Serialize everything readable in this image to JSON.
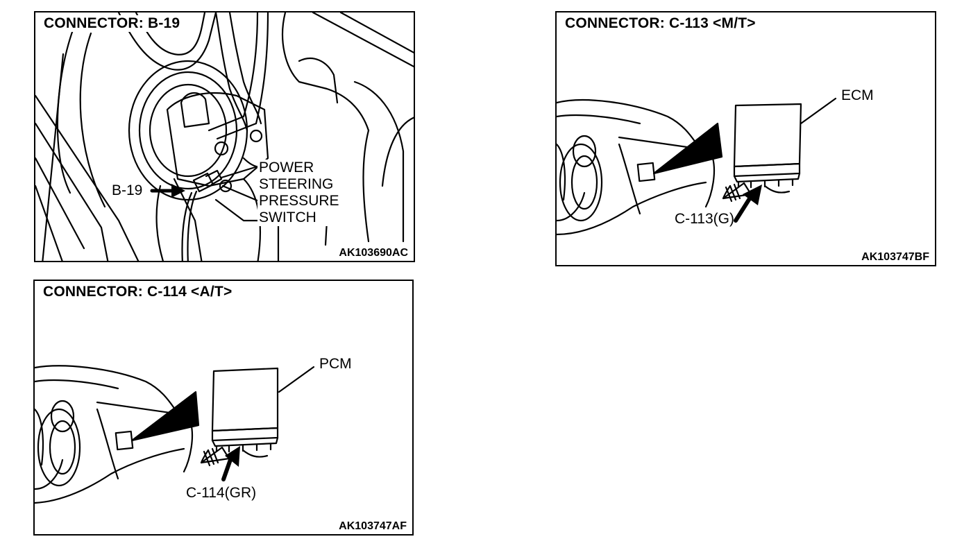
{
  "panels": {
    "b19": {
      "title": "CONNECTOR: B-19",
      "connector_label": "B-19",
      "component_lines": [
        "POWER",
        "STEERING",
        "PRESSURE",
        "SWITCH"
      ],
      "figure_code": "AK103690AC"
    },
    "c113": {
      "title": "CONNECTOR: C-113 <M/T>",
      "unit_label": "ECM",
      "connector_label": "C-113(G)",
      "figure_code": "AK103747BF"
    },
    "c114": {
      "title": "CONNECTOR: C-114 <A/T>",
      "unit_label": "PCM",
      "connector_label": "C-114(GR)",
      "figure_code": "AK103747AF"
    }
  }
}
